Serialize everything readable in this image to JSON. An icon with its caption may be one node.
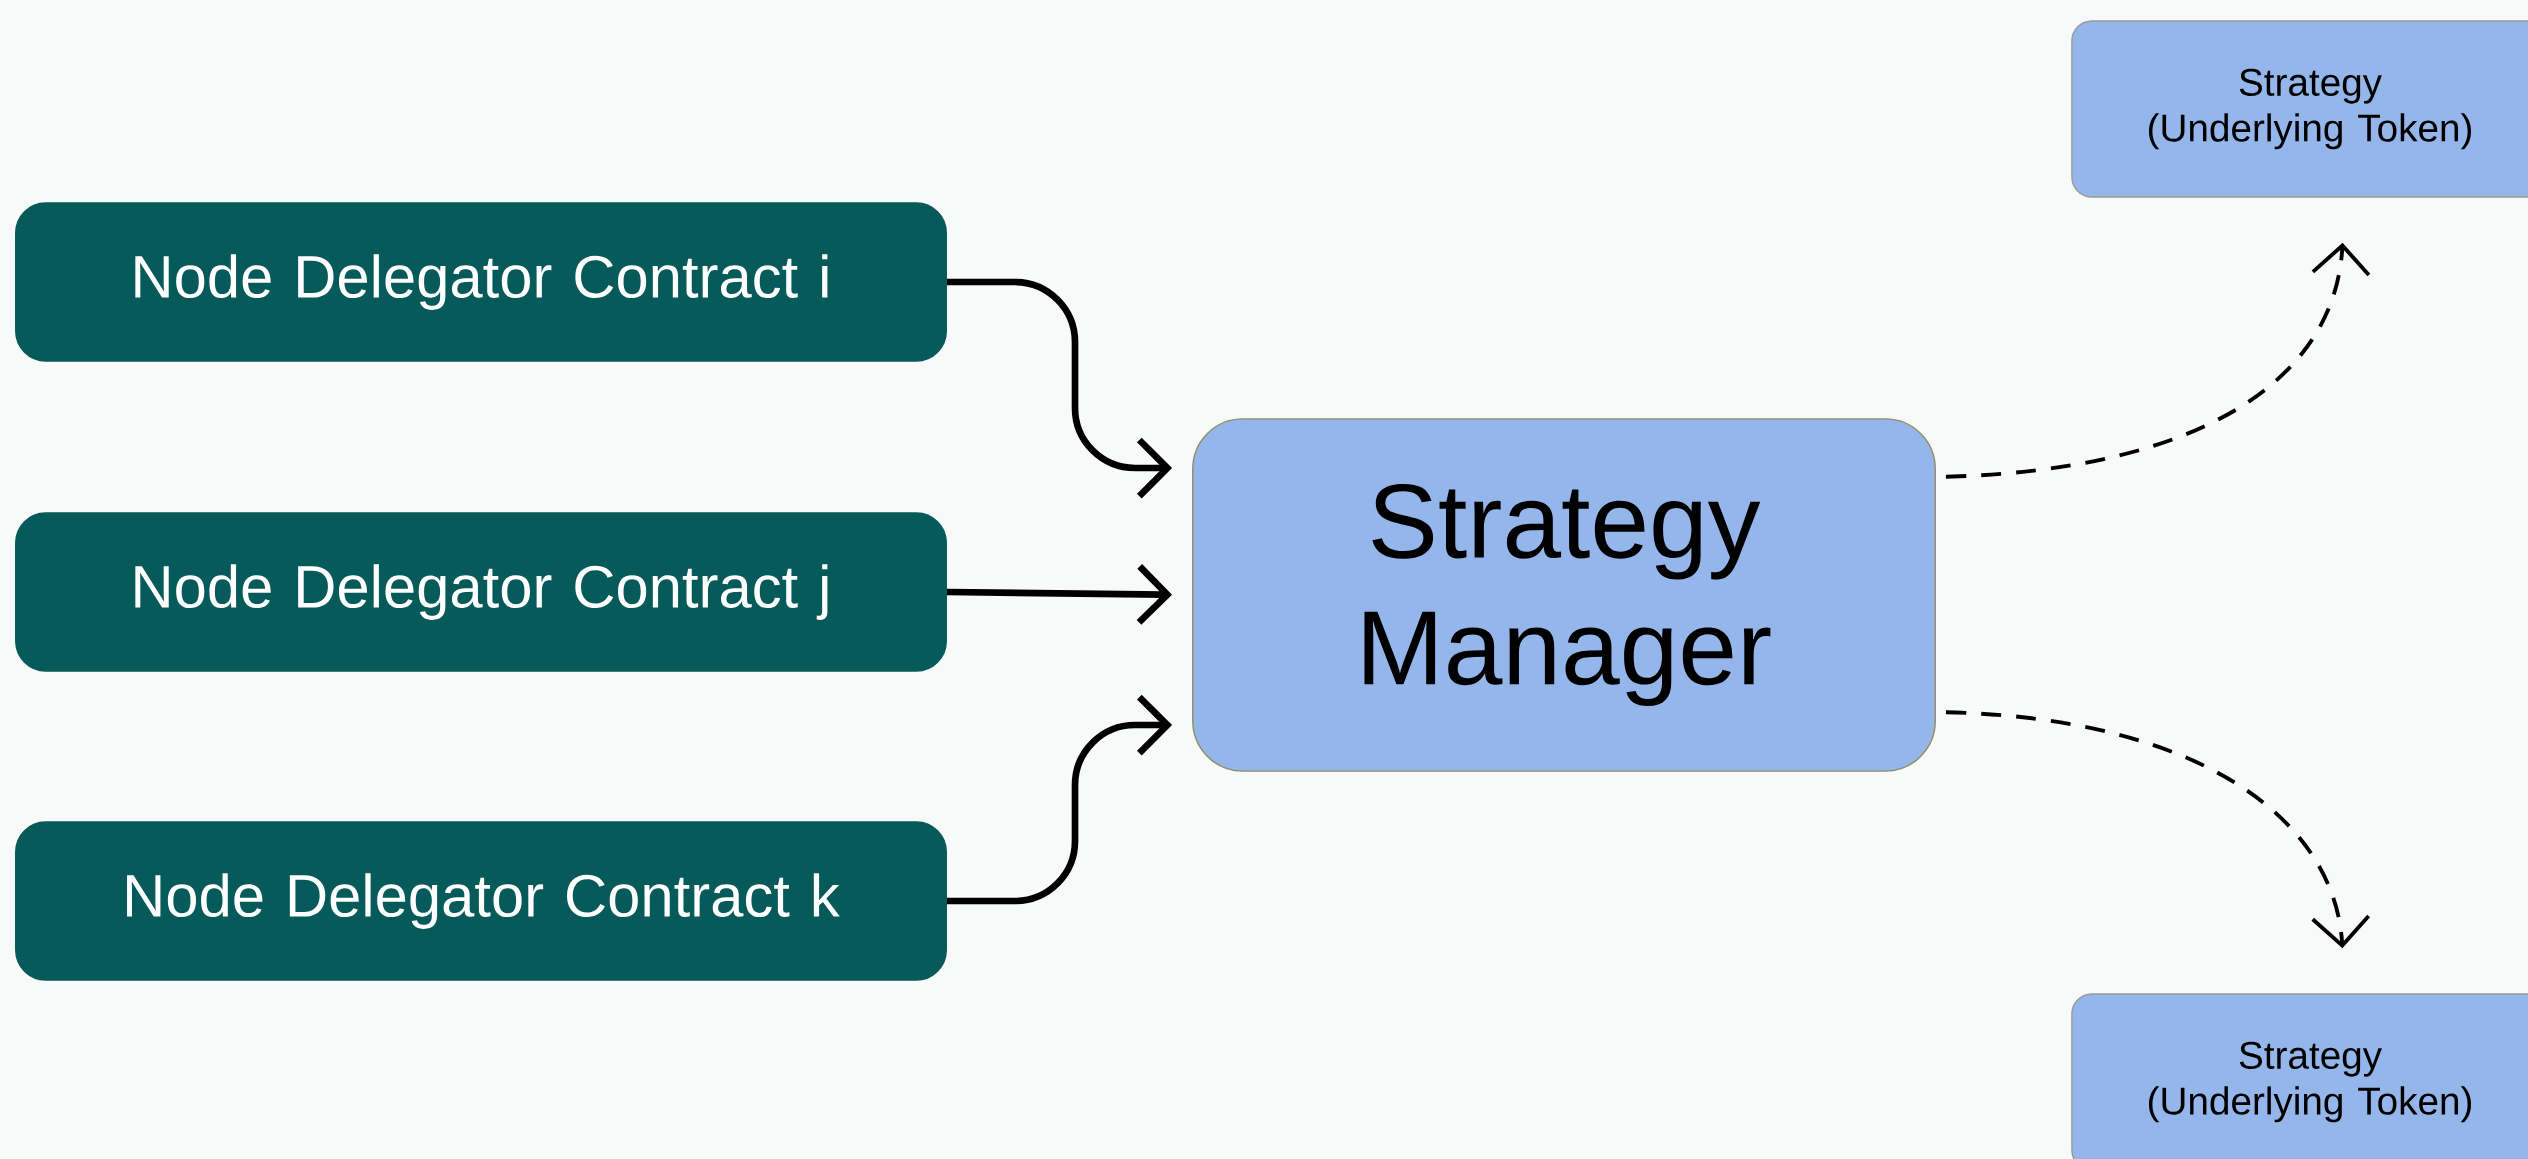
{
  "diagram": {
    "nodes": [
      {
        "text": [
          "Node Delegator Contract i"
        ]
      },
      {
        "text": [
          "Node Delegator Contract j"
        ]
      },
      {
        "text": [
          "Node Delegator Contract k"
        ]
      },
      {
        "text": [
          "Strategy Manager"
        ]
      },
      {
        "text": [
          "Strategy (Underlying Token)"
        ]
      },
      {
        "text": [
          "Strategy (Underlying Token)"
        ]
      }
    ],
    "edges": [
      {
        "from": 0,
        "to": 3,
        "arrow": "to"
      },
      {
        "from": 1,
        "to": 3,
        "arrow": "to"
      },
      {
        "from": 2,
        "to": 3,
        "arrow": "to"
      },
      {
        "from": 3,
        "to": 4,
        "arrow": "to",
        "style": "dashed"
      },
      {
        "from": 3,
        "to": 5,
        "arrow": "to",
        "style": "dashed"
      }
    ]
  }
}
